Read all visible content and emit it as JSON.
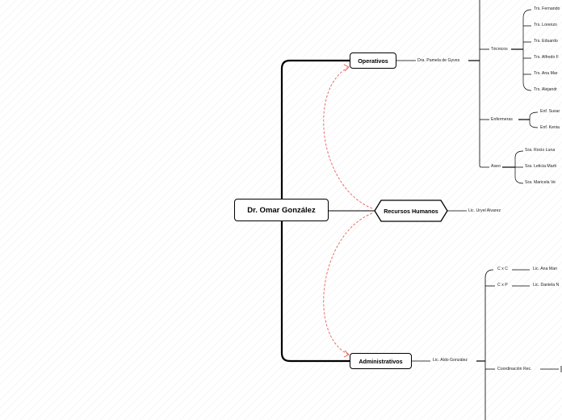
{
  "root": "Dr. Omar González",
  "branches": {
    "operativos": "Operativos",
    "rrhh": "Recursos Humanos",
    "administrativos": "Administrativos"
  },
  "operativos": {
    "head": "Dra. Pamela de Gyves",
    "tecnicos": {
      "label": "Técnicos",
      "items": [
        "Trs. Fernando",
        "Trs. Lorenzo",
        "Trs. Eduardo",
        "Trs. Alfredo F",
        "Trs. Ana Mar",
        "Trs. Alejandr"
      ]
    },
    "enfermeras": {
      "label": "Enfermeras",
      "items": [
        "Enf. Susar",
        "Enf. Kenia"
      ]
    },
    "aseo": {
      "label": "Aseo",
      "items": [
        "Sra. Rocio Luna",
        "Sra. Leticia Marti",
        "Sra. Maricela Ve"
      ]
    }
  },
  "rrhh": {
    "head": "Lic. Uryel Alvarez"
  },
  "administrativos": {
    "head": "Lic. Aldo González",
    "cxc": {
      "label": "C x C",
      "item": "Lic. Ana Man"
    },
    "cxp": {
      "label": "C x P",
      "item": "Lic. Daniela N"
    },
    "coordinacion": {
      "label": "Coordinación Rec."
    }
  },
  "colors": {
    "line": "#000000",
    "relation": "#e8706a",
    "background": "#ffffff"
  }
}
